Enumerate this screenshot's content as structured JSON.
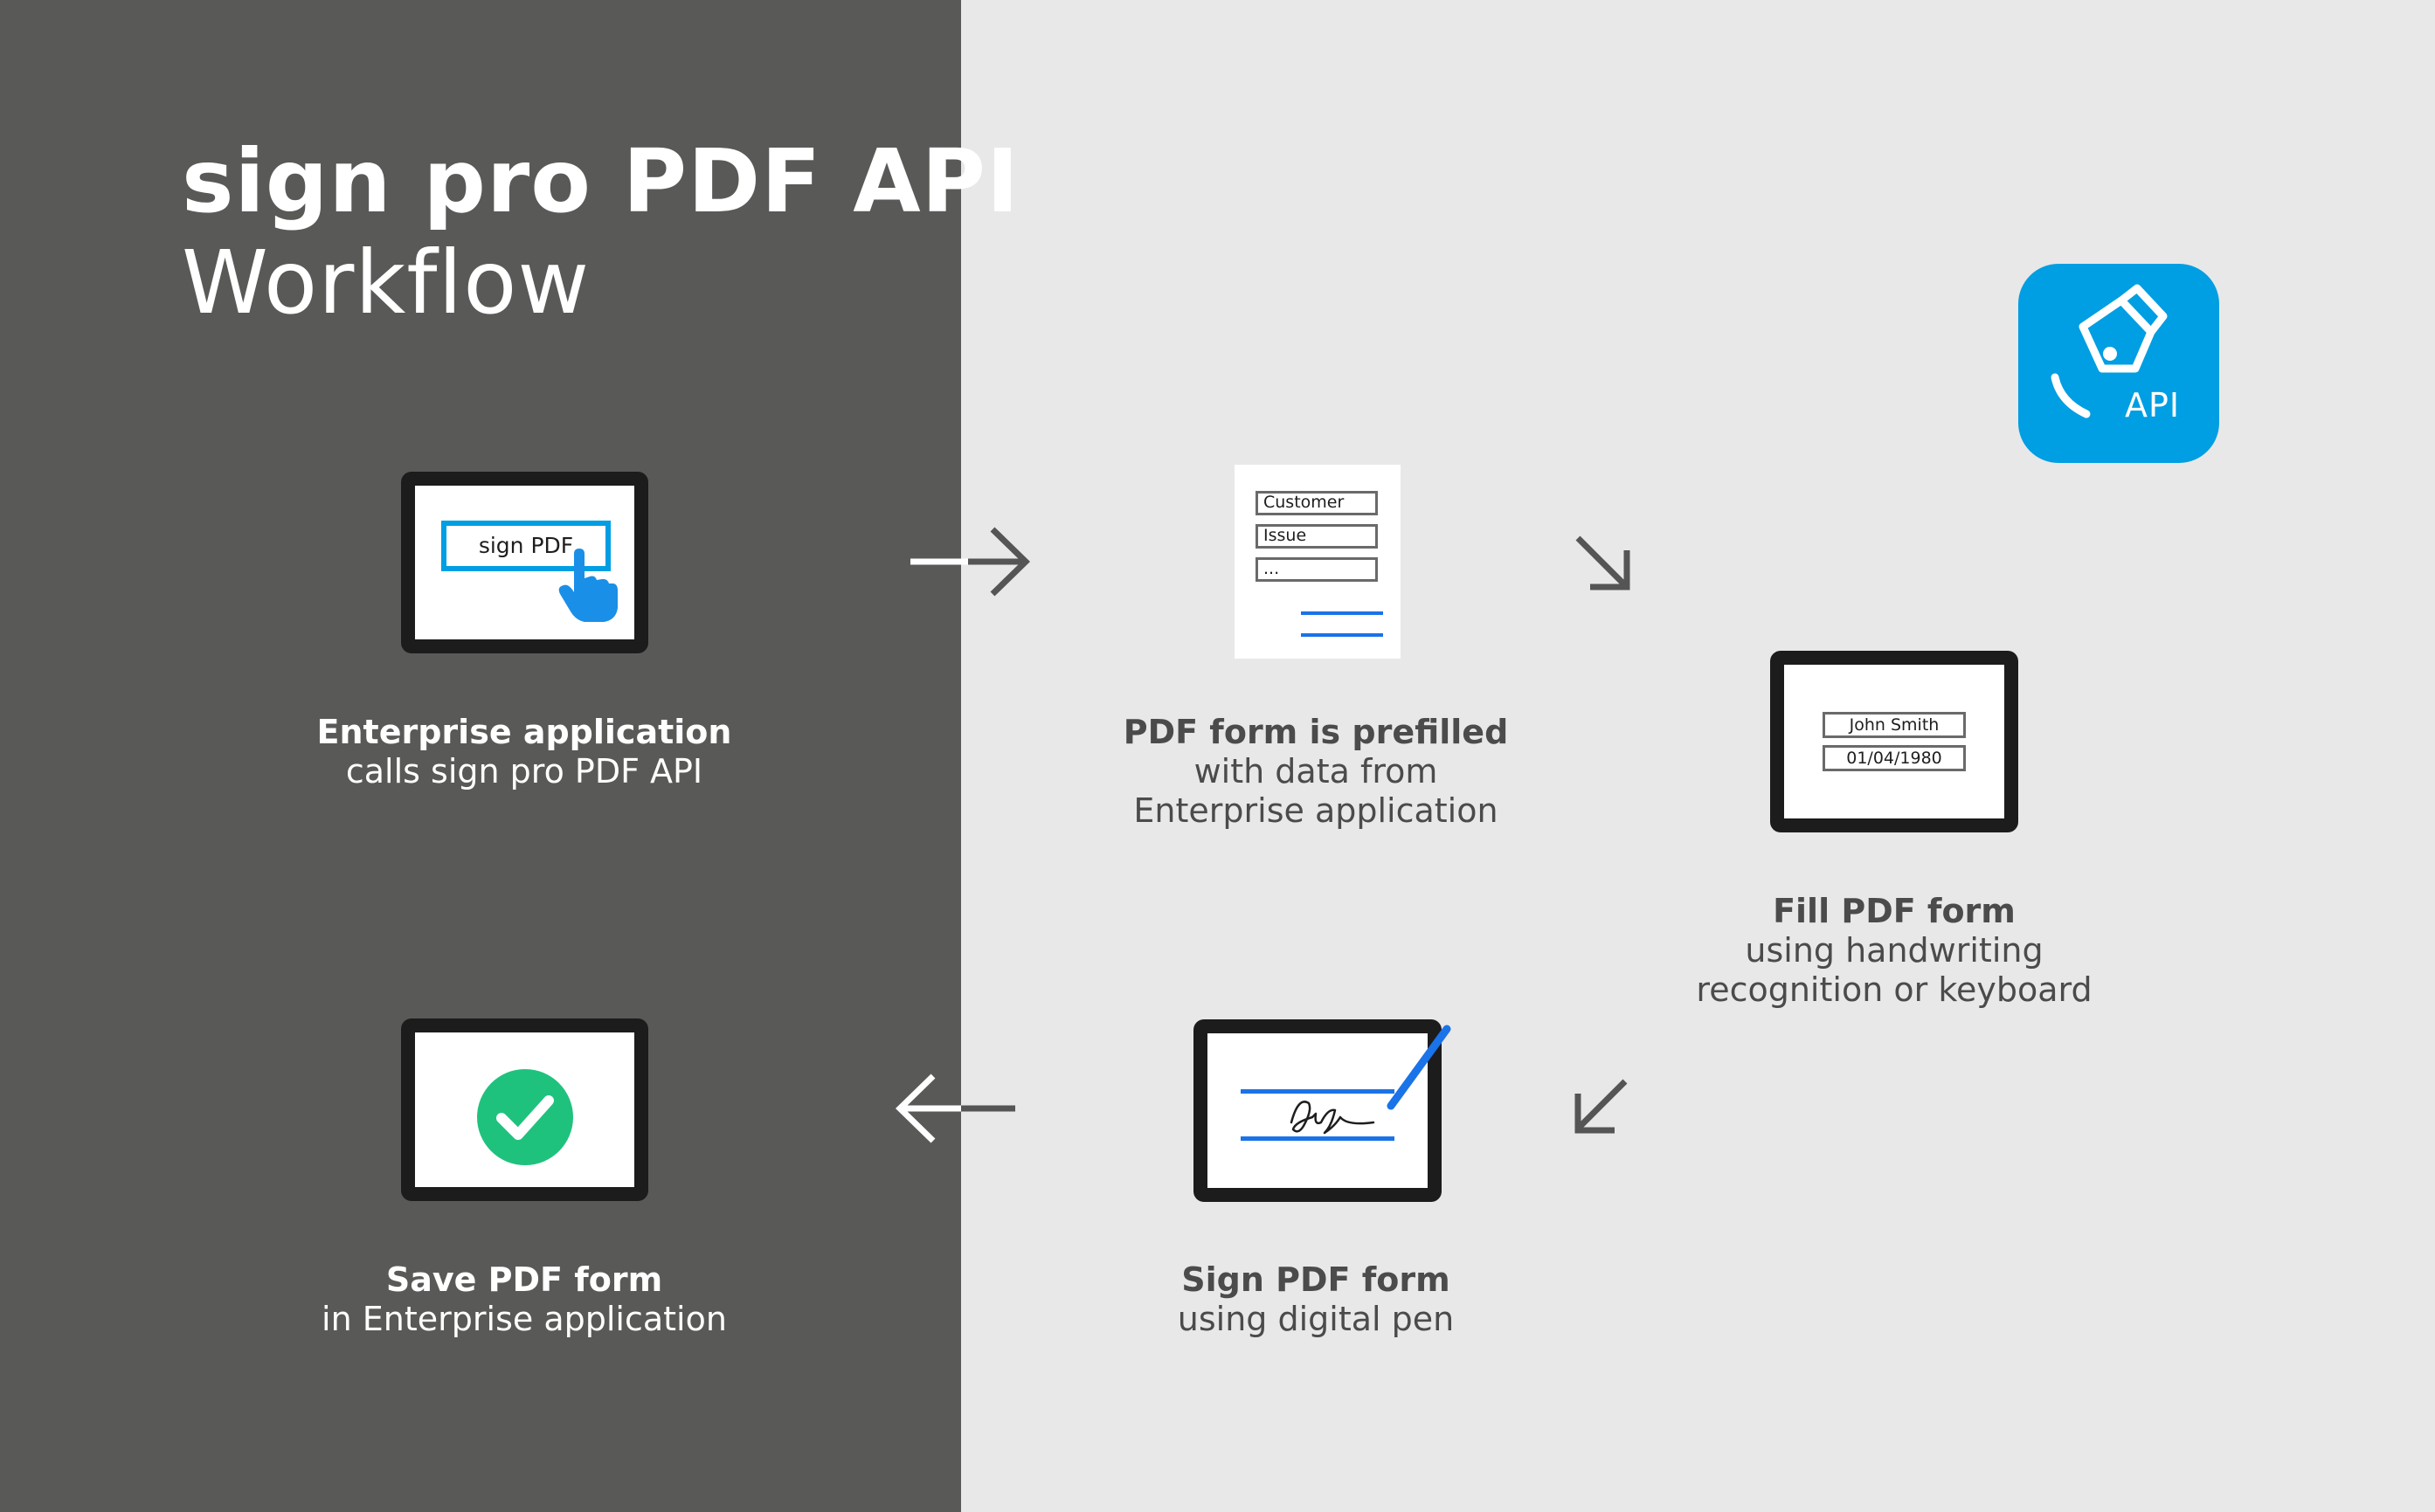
{
  "title": {
    "line1": "sign pro PDF API",
    "line2": "Workflow"
  },
  "badge": {
    "label": "API",
    "icon": "pen-nib-icon",
    "color": "#009ee2"
  },
  "steps": [
    {
      "id": "enterprise",
      "bold": "Enterprise application",
      "lines": [
        "calls sign pro PDF API"
      ],
      "screen_button": "sign PDF",
      "icon": "hand-pointer-icon"
    },
    {
      "id": "prefill",
      "bold": "PDF form is prefilled",
      "lines": [
        "with data from",
        "Enterprise application"
      ],
      "fields": [
        "Customer",
        "Issue",
        "..."
      ]
    },
    {
      "id": "fill",
      "bold": "Fill PDF form",
      "lines": [
        "using handwriting",
        "recognition or keyboard"
      ],
      "fields": [
        "John Smith",
        "01/04/1980"
      ]
    },
    {
      "id": "sign",
      "bold": "Sign PDF form",
      "lines": [
        "using digital pen"
      ],
      "icon": "digital-pen-icon"
    },
    {
      "id": "save",
      "bold": "Save PDF form",
      "lines": [
        "in Enterprise application"
      ],
      "icon": "check-circle-icon"
    }
  ],
  "colors": {
    "left_panel": "#595a57",
    "right_panel": "#e8e8e8",
    "accent_blue": "#009ee2",
    "line_blue": "#1a73e8",
    "check_green": "#1fc27d",
    "arrow_gray": "#555555"
  },
  "arrows": [
    "arrow-right-icon",
    "arrow-down-right-icon",
    "arrow-down-left-icon",
    "arrow-left-icon"
  ]
}
